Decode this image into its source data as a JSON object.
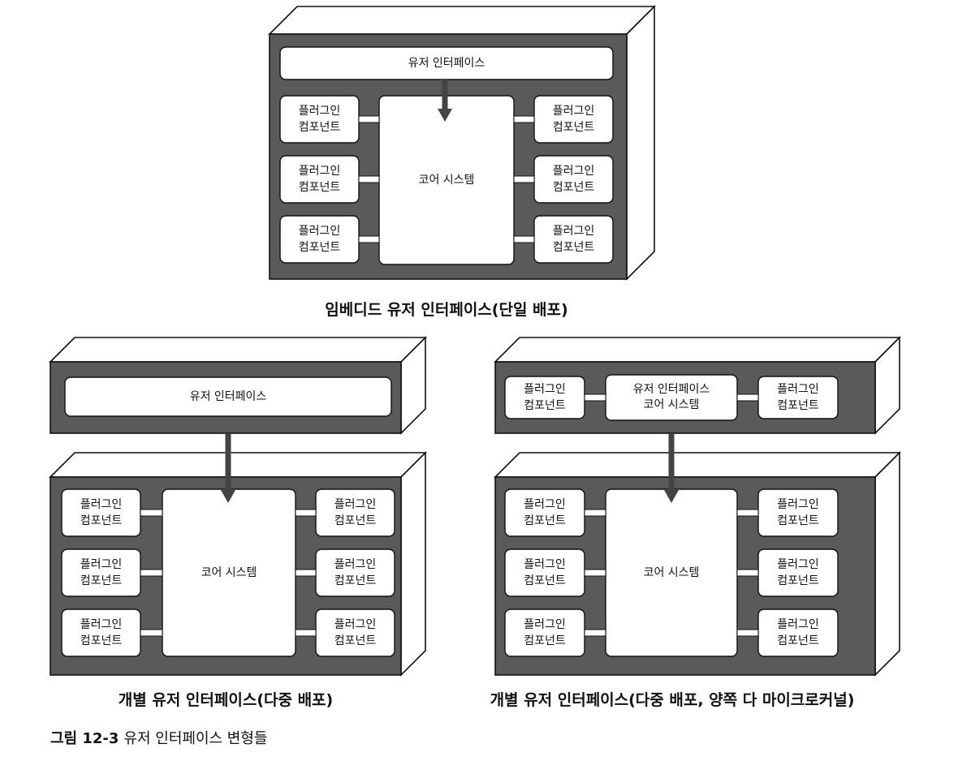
{
  "colors": {
    "panel_dark": "#5a5a5a",
    "panel_top": "#ffffff",
    "stroke": "#111111",
    "box_fill": "#ffffff",
    "arrow": "#444444"
  },
  "texts": {
    "ui": "유저 인터페이스",
    "core": "코어 시스템",
    "plugin_l1": "플러그인",
    "plugin_l2": "컴포넌트"
  },
  "diagrams": {
    "embedded": {
      "label": "임베디드 유저 인터페이스(단일 배포)"
    },
    "separate": {
      "label": "개별 유저 인터페이스(다중 배포)"
    },
    "separate_micro": {
      "label": "개별 유저 인터페이스(다중 배포, 양쪽 다 마이크로커널)",
      "top_center_l1": "유저 인터페이스",
      "top_center_l2": "코어 시스템"
    }
  },
  "caption": {
    "number": "그림 12-3",
    "text": "유저 인터페이스 변형들"
  }
}
